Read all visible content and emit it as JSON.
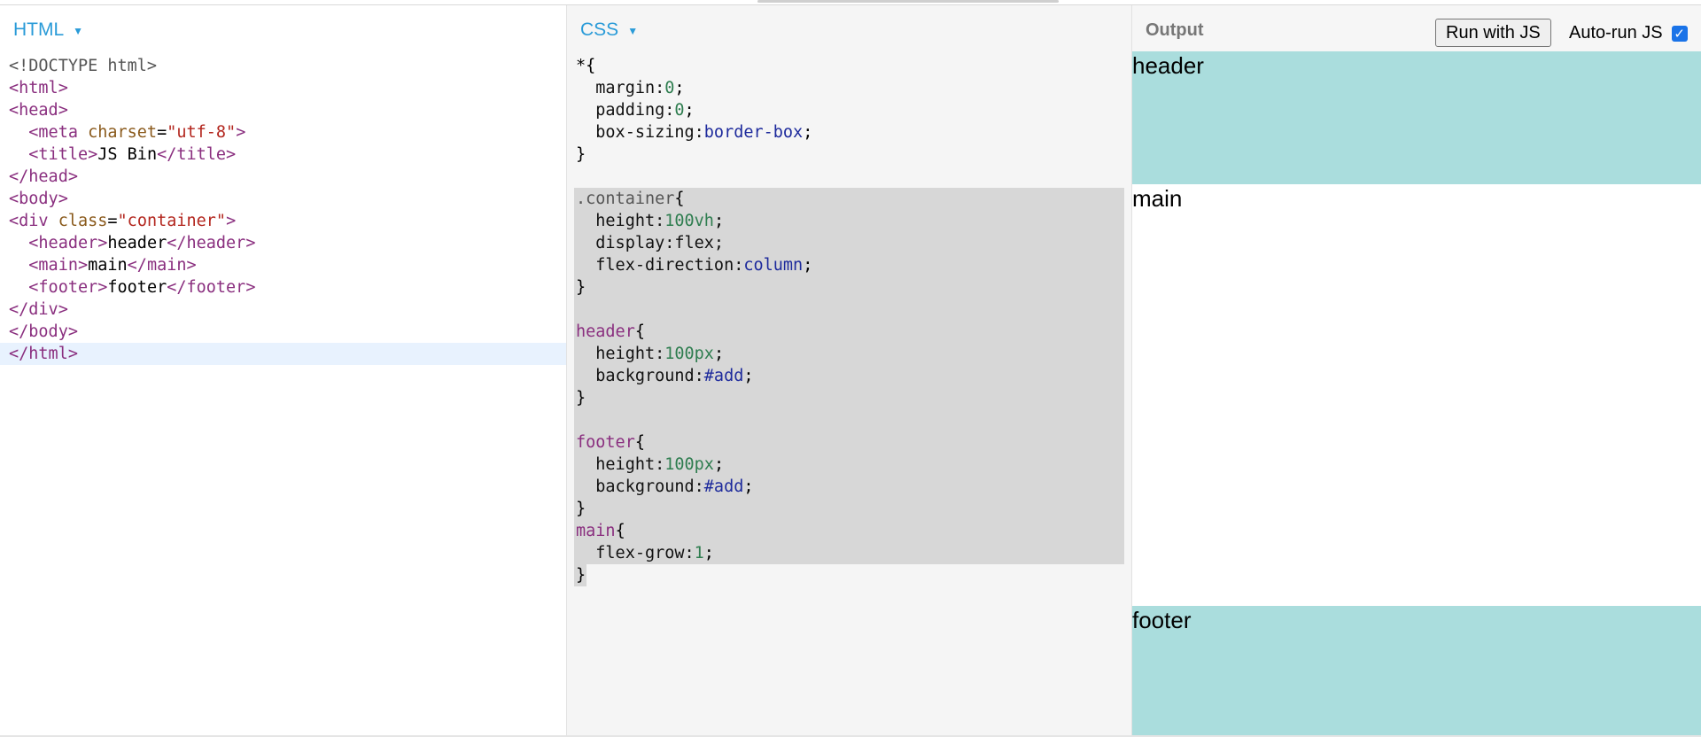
{
  "html_panel": {
    "title": "HTML",
    "code": [
      [
        [
          "doctype",
          "<!DOCTYPE html>"
        ]
      ],
      [
        [
          "tag",
          "<html>"
        ]
      ],
      [
        [
          "tag",
          "<head>"
        ]
      ],
      [
        [
          "plain",
          "  "
        ],
        [
          "tag",
          "<meta "
        ],
        [
          "attr",
          "charset"
        ],
        [
          "plain",
          "="
        ],
        [
          "str",
          "\"utf-8\""
        ],
        [
          "tag",
          ">"
        ]
      ],
      [
        [
          "plain",
          "  "
        ],
        [
          "tag",
          "<title>"
        ],
        [
          "plain",
          "JS Bin"
        ],
        [
          "tag",
          "</title>"
        ]
      ],
      [
        [
          "tag",
          "</head>"
        ]
      ],
      [
        [
          "tag",
          "<body>"
        ]
      ],
      [
        [
          "tag",
          "<div "
        ],
        [
          "attr",
          "class"
        ],
        [
          "plain",
          "="
        ],
        [
          "str",
          "\"container\""
        ],
        [
          "tag",
          ">"
        ]
      ],
      [
        [
          "plain",
          "  "
        ],
        [
          "tag",
          "<header>"
        ],
        [
          "plain",
          "header"
        ],
        [
          "tag",
          "</header>"
        ]
      ],
      [
        [
          "plain",
          "  "
        ],
        [
          "tag",
          "<main>"
        ],
        [
          "plain",
          "main"
        ],
        [
          "tag",
          "</main>"
        ]
      ],
      [
        [
          "plain",
          "  "
        ],
        [
          "tag",
          "<footer>"
        ],
        [
          "plain",
          "footer"
        ],
        [
          "tag",
          "</footer>"
        ]
      ],
      [
        [
          "tag",
          "</div>"
        ]
      ],
      [
        [
          "tag",
          "</body>"
        ]
      ],
      [
        [
          "tag",
          "</html>"
        ]
      ]
    ]
  },
  "css_panel": {
    "title": "CSS",
    "code": [
      [
        [
          "plain",
          "*{"
        ]
      ],
      [
        [
          "prop",
          "  margin:"
        ],
        [
          "num",
          "0"
        ],
        [
          "plain",
          ";"
        ]
      ],
      [
        [
          "prop",
          "  padding:"
        ],
        [
          "num",
          "0"
        ],
        [
          "plain",
          ";"
        ]
      ],
      [
        [
          "prop",
          "  box-sizing:"
        ],
        [
          "kw",
          "border-box"
        ],
        [
          "plain",
          ";"
        ]
      ],
      [
        [
          "plain",
          "}"
        ]
      ],
      [
        [
          "plain",
          ""
        ]
      ],
      [
        [
          "sel-class",
          ".container"
        ],
        [
          "plain",
          "{"
        ]
      ],
      [
        [
          "prop",
          "  height:"
        ],
        [
          "num",
          "100vh"
        ],
        [
          "plain",
          ";"
        ]
      ],
      [
        [
          "prop",
          "  display:flex;"
        ]
      ],
      [
        [
          "prop",
          "  flex-direction:"
        ],
        [
          "kw",
          "column"
        ],
        [
          "plain",
          ";"
        ]
      ],
      [
        [
          "plain",
          "}"
        ]
      ],
      [
        [
          "plain",
          ""
        ]
      ],
      [
        [
          "sel",
          "header"
        ],
        [
          "plain",
          "{"
        ]
      ],
      [
        [
          "prop",
          "  height:"
        ],
        [
          "num",
          "100px"
        ],
        [
          "plain",
          ";"
        ]
      ],
      [
        [
          "prop",
          "  background:"
        ],
        [
          "kw",
          "#add"
        ],
        [
          "plain",
          ";"
        ]
      ],
      [
        [
          "plain",
          "}"
        ]
      ],
      [
        [
          "plain",
          ""
        ]
      ],
      [
        [
          "sel",
          "footer"
        ],
        [
          "plain",
          "{"
        ]
      ],
      [
        [
          "prop",
          "  height:"
        ],
        [
          "num",
          "100px"
        ],
        [
          "plain",
          ";"
        ]
      ],
      [
        [
          "prop",
          "  background:"
        ],
        [
          "kw",
          "#add"
        ],
        [
          "plain",
          ";"
        ]
      ],
      [
        [
          "plain",
          "}"
        ]
      ],
      [
        [
          "sel",
          "main"
        ],
        [
          "plain",
          "{"
        ]
      ],
      [
        [
          "prop",
          "  flex-grow:"
        ],
        [
          "num",
          "1"
        ],
        [
          "plain",
          ";"
        ]
      ],
      [
        [
          "plain",
          "}"
        ]
      ]
    ]
  },
  "output_panel": {
    "title": "Output",
    "run_button_label": "Run with JS",
    "autorun_label": "Auto-run JS",
    "autorun_checked": true,
    "preview": {
      "header_text": "header",
      "main_text": "main",
      "footer_text": "footer",
      "block_color": "#aadddd"
    }
  }
}
